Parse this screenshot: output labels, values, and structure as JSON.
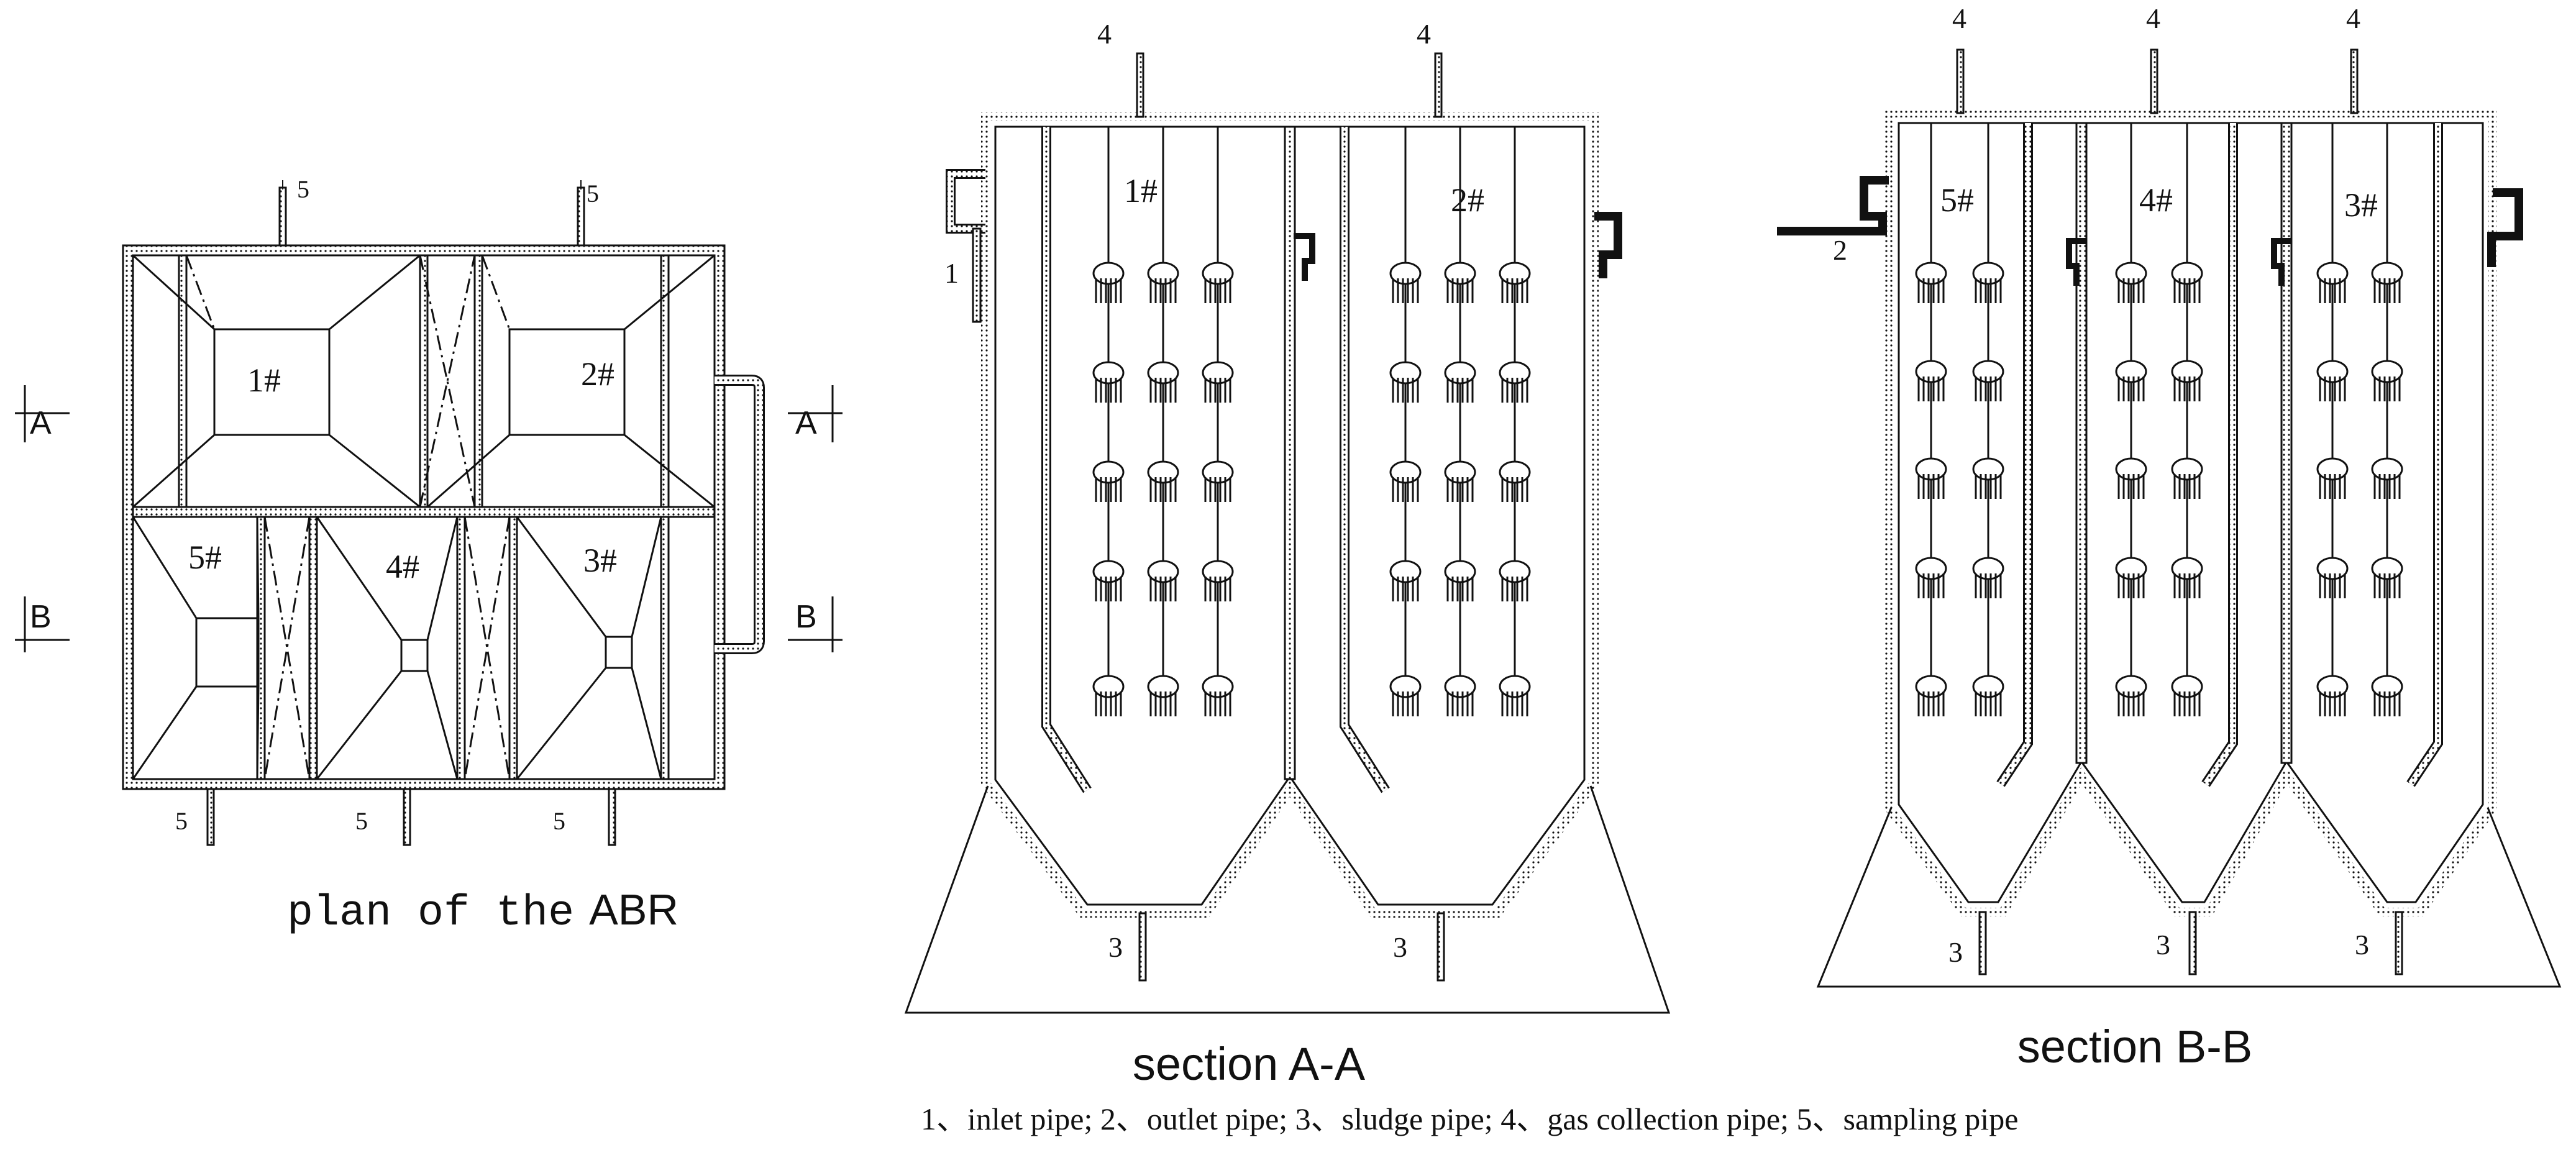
{
  "plan": {
    "title_prefix": "plan of the",
    "title_abbrev": "ABR",
    "compartments": [
      "1#",
      "2#",
      "5#",
      "4#",
      "3#"
    ],
    "section_marks": [
      "A",
      "A",
      "B",
      "B"
    ],
    "sampling_labels": [
      "5",
      "5",
      "5",
      "5",
      "5"
    ]
  },
  "section_aa": {
    "title": "section A-A",
    "compartments": [
      "1#",
      "2#"
    ],
    "labels": {
      "inlet": "1",
      "sludge": [
        "3",
        "3"
      ],
      "gas": [
        "4",
        "4"
      ]
    }
  },
  "section_bb": {
    "title": "section B-B",
    "compartments": [
      "5#",
      "4#",
      "3#"
    ],
    "labels": {
      "outlet": "2",
      "sludge": [
        "3",
        "3",
        "3"
      ],
      "gas": [
        "4",
        "4",
        "4"
      ]
    }
  },
  "legend": "1、inlet pipe;  2、outlet pipe;  3、sludge pipe;  4、gas  collection pipe;  5、sampling pipe",
  "style": {
    "line_color": "#111111",
    "background": "#ffffff"
  }
}
